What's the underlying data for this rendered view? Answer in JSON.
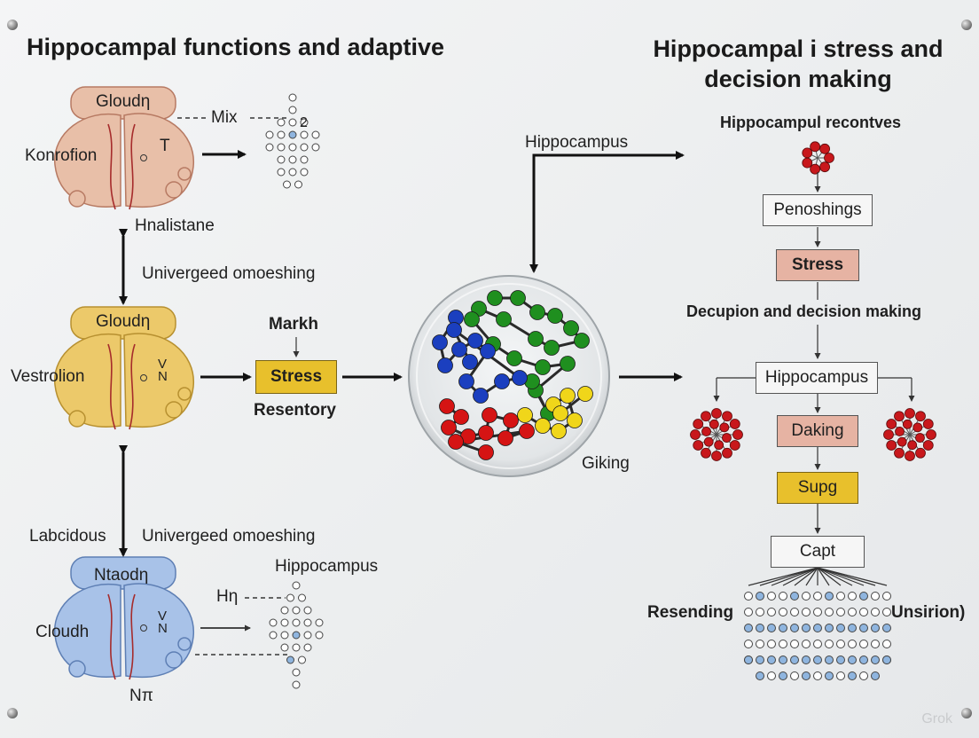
{
  "left_title": "Hippocampal functions and adaptive",
  "right_title": "Hippocampal i stress and\ndecision making",
  "brains": [
    {
      "name": "brain-top",
      "top_label": "Gloudη",
      "side_label": "Konrofion",
      "bottom_label": "Hnalistane",
      "mark": "T",
      "color": "#e8bfa8",
      "stroke": "#b77a63"
    },
    {
      "name": "brain-middle",
      "top_label": "Gloudη",
      "side_label": "Vestrolion",
      "mark": "V\nN",
      "color": "#ecc96a",
      "stroke": "#b79030"
    },
    {
      "name": "brain-bottom",
      "top_label": "Ntaodη",
      "side_label": "Cloudh",
      "bottom_label": "Nπ",
      "mark": "V\nN",
      "color": "#a8c2e8",
      "stroke": "#5e7fb4"
    }
  ],
  "left_labels": {
    "mix": "Mix",
    "digit": "2",
    "univergeed_1": "Univergeed omoeshing",
    "univergeed_2": "Univergeed omoeshing",
    "labcidous": "Labcidous",
    "hippocampus_small": "Hippocampus",
    "hn": "Hη"
  },
  "middle": {
    "markh": "Markh",
    "stress_box": "Stress",
    "resentory": "Resentory",
    "hippocampus_arrow": "Hippocampus",
    "giking": "Giking"
  },
  "right": {
    "receptors": "Hippocampul recontves",
    "penoshings": "Penoshings",
    "stress": "Stress",
    "decupion": "Decupion and decision making",
    "hippocampus": "Hippocampus",
    "daking": "Daking",
    "supg": "Supg",
    "capt": "Capt",
    "resending": "Resending",
    "unsirion": "Unsirion)"
  },
  "colors": {
    "stress_yellow": "#e8c02c",
    "pink_box": "#e6b3a3",
    "molecule_red": "#c8181c",
    "dot_blue": "#8fb5df"
  },
  "watermark": "Grok"
}
